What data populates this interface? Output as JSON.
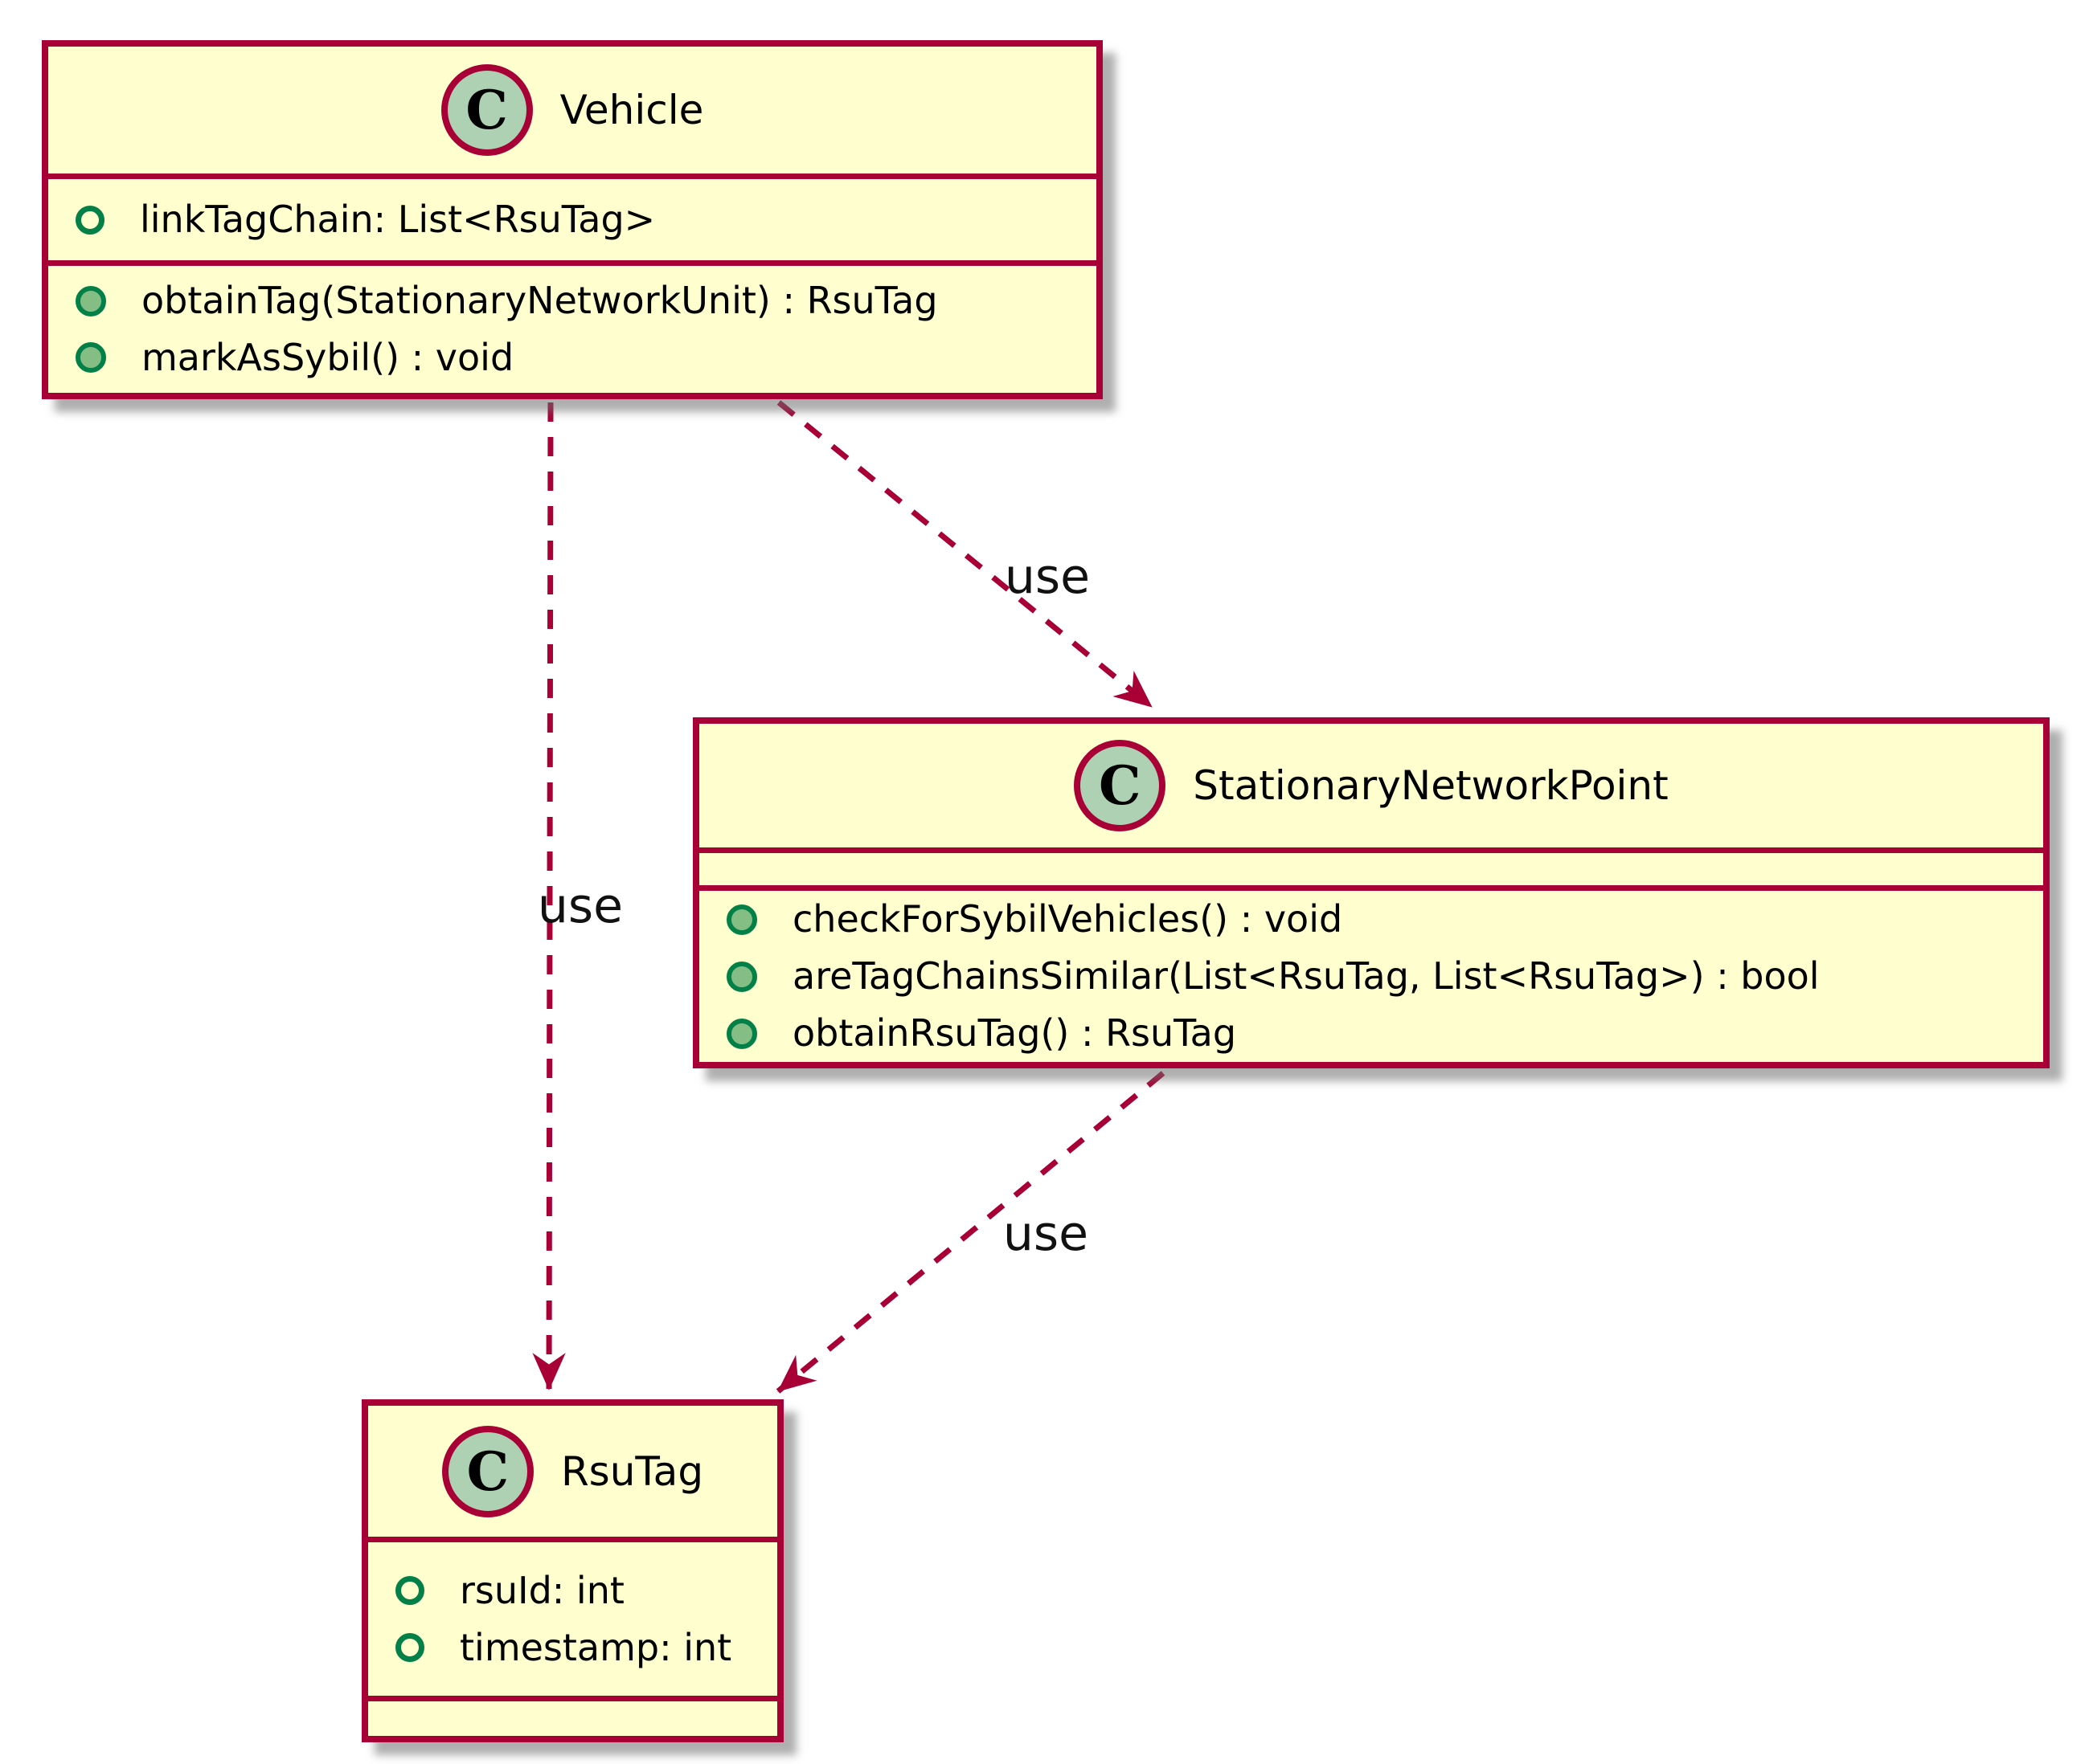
{
  "diagram": {
    "type": "uml-class-diagram",
    "colors": {
      "class_fill": "#FEFECE",
      "class_border": "#A80036",
      "badge_fill": "#ADD1B2",
      "member_icon_ring": "#038048",
      "method_dot_fill": "#84BE84",
      "arrow": "#A80036",
      "label_text": "#111111"
    },
    "classes": [
      {
        "name": "Vehicle",
        "badge": "C",
        "attributes": [
          "linkTagChain: List<RsuTag>"
        ],
        "methods": [
          "obtainTag(StationaryNetworkUnit) : RsuTag",
          "markAsSybil() : void"
        ]
      },
      {
        "name": "StationaryNetworkPoint",
        "badge": "C",
        "attributes": [],
        "methods": [
          "checkForSybilVehicles() : void",
          "areTagChainsSimilar(List<RsuTag, List<RsuTag>) : bool",
          "obtainRsuTag() : RsuTag"
        ]
      },
      {
        "name": "RsuTag",
        "badge": "C",
        "attributes": [
          "rsuId: int",
          "timestamp: int"
        ],
        "methods": []
      }
    ],
    "relations": [
      {
        "from": "Vehicle",
        "to": "StationaryNetworkPoint",
        "label": "use",
        "style": "dashed"
      },
      {
        "from": "Vehicle",
        "to": "RsuTag",
        "label": "use",
        "style": "dashed"
      },
      {
        "from": "StationaryNetworkPoint",
        "to": "RsuTag",
        "label": "use",
        "style": "dashed"
      }
    ]
  }
}
